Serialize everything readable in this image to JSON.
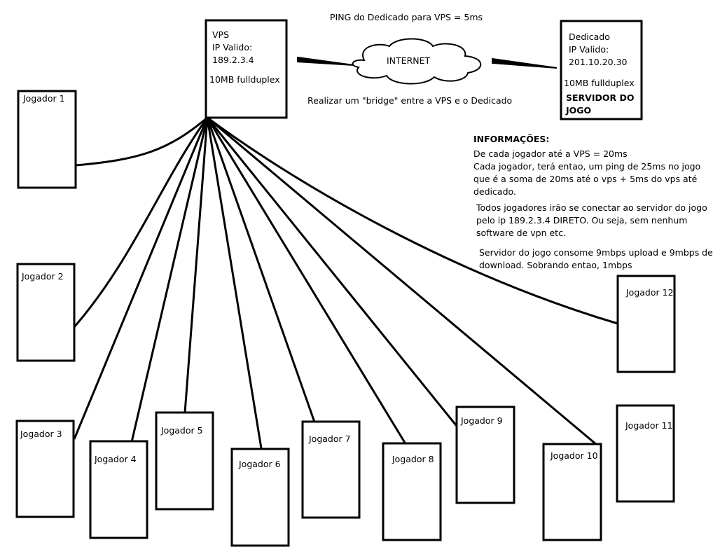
{
  "title": "PING do Dedicado para VPS = 5ms",
  "vps": {
    "name": "VPS",
    "ip_label": "IP Valido:",
    "ip": "189.2.3.4",
    "bandwidth": "10MB fullduplex"
  },
  "internet": {
    "label": "INTERNET"
  },
  "bridge_text": "Realizar um \"bridge\" entre a VPS e o Dedicado",
  "dedicated": {
    "name": "Dedicado",
    "ip_label": "IP Valido:",
    "ip": "201.10.20.30",
    "bandwidth": "10MB fullduplex",
    "role_line1": "SERVIDOR DO",
    "role_line2": "JOGO"
  },
  "info": {
    "heading": "INFORMAÇÕES:",
    "p1": [
      "De cada jogador até a VPS = 20ms",
      "Cada jogador, terá entao, um ping de 25ms no jogo",
      "que é a soma de 20ms até o vps + 5ms do vps até",
      "dedicado."
    ],
    "p2": [
      "Todos jogadores irão se conectar ao servidor do jogo",
      "pelo ip 189.2.3.4 DIRETO. Ou seja, sem nenhum",
      "software de vpn etc."
    ],
    "p3": [
      "Servidor do jogo consome 9mbps upload e 9mbps de",
      "download. Sobrando entao, 1mbps"
    ]
  },
  "players": [
    "Jogador 1",
    "Jogador 2",
    "Jogador 3",
    "Jogador 4",
    "Jogador 5",
    "Jogador 6",
    "Jogador 7",
    "Jogador 8",
    "Jogador 9",
    "Jogador 10",
    "Jogador 11",
    "Jogador 12"
  ]
}
